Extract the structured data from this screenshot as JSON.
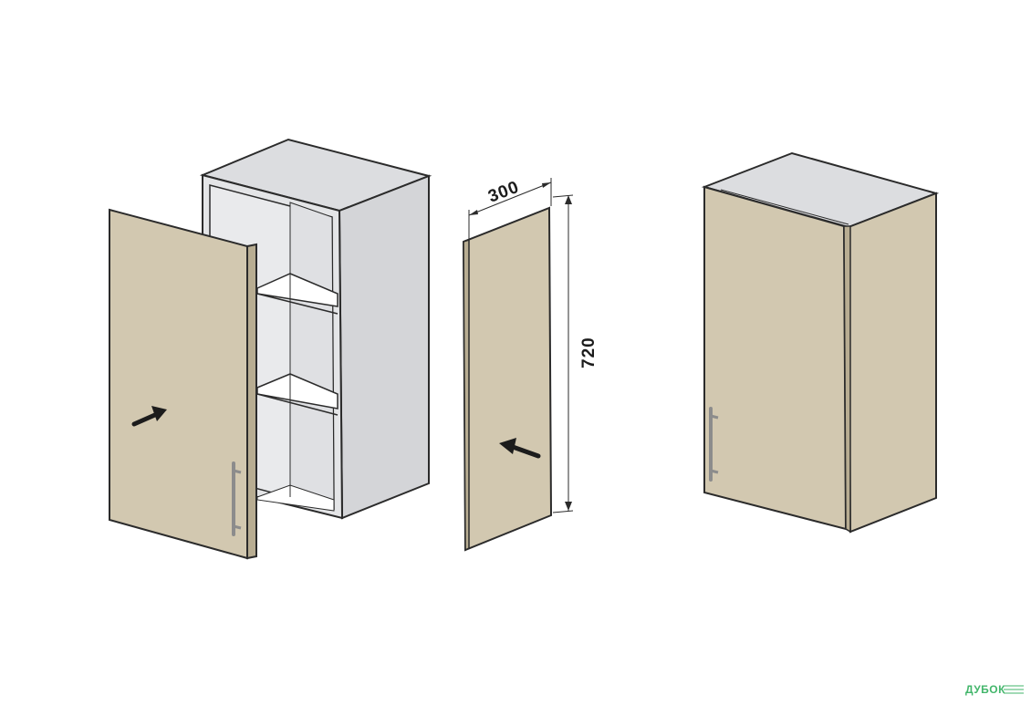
{
  "diagram": {
    "dimensions": {
      "width_label": "300",
      "height_label": "720"
    },
    "watermark": "ДУБОК",
    "colors": {
      "facade": "#d2c8b0",
      "facade_edge": "#b8ad92",
      "carcass_side": "#d4d5d8",
      "carcass_top": "#dcdde0",
      "carcass_inside": "#e9eaec",
      "shelf": "#ffffff",
      "outline": "#2b2b2b",
      "arrow": "#1c1c1c",
      "handle": "#9a9a9a"
    }
  }
}
